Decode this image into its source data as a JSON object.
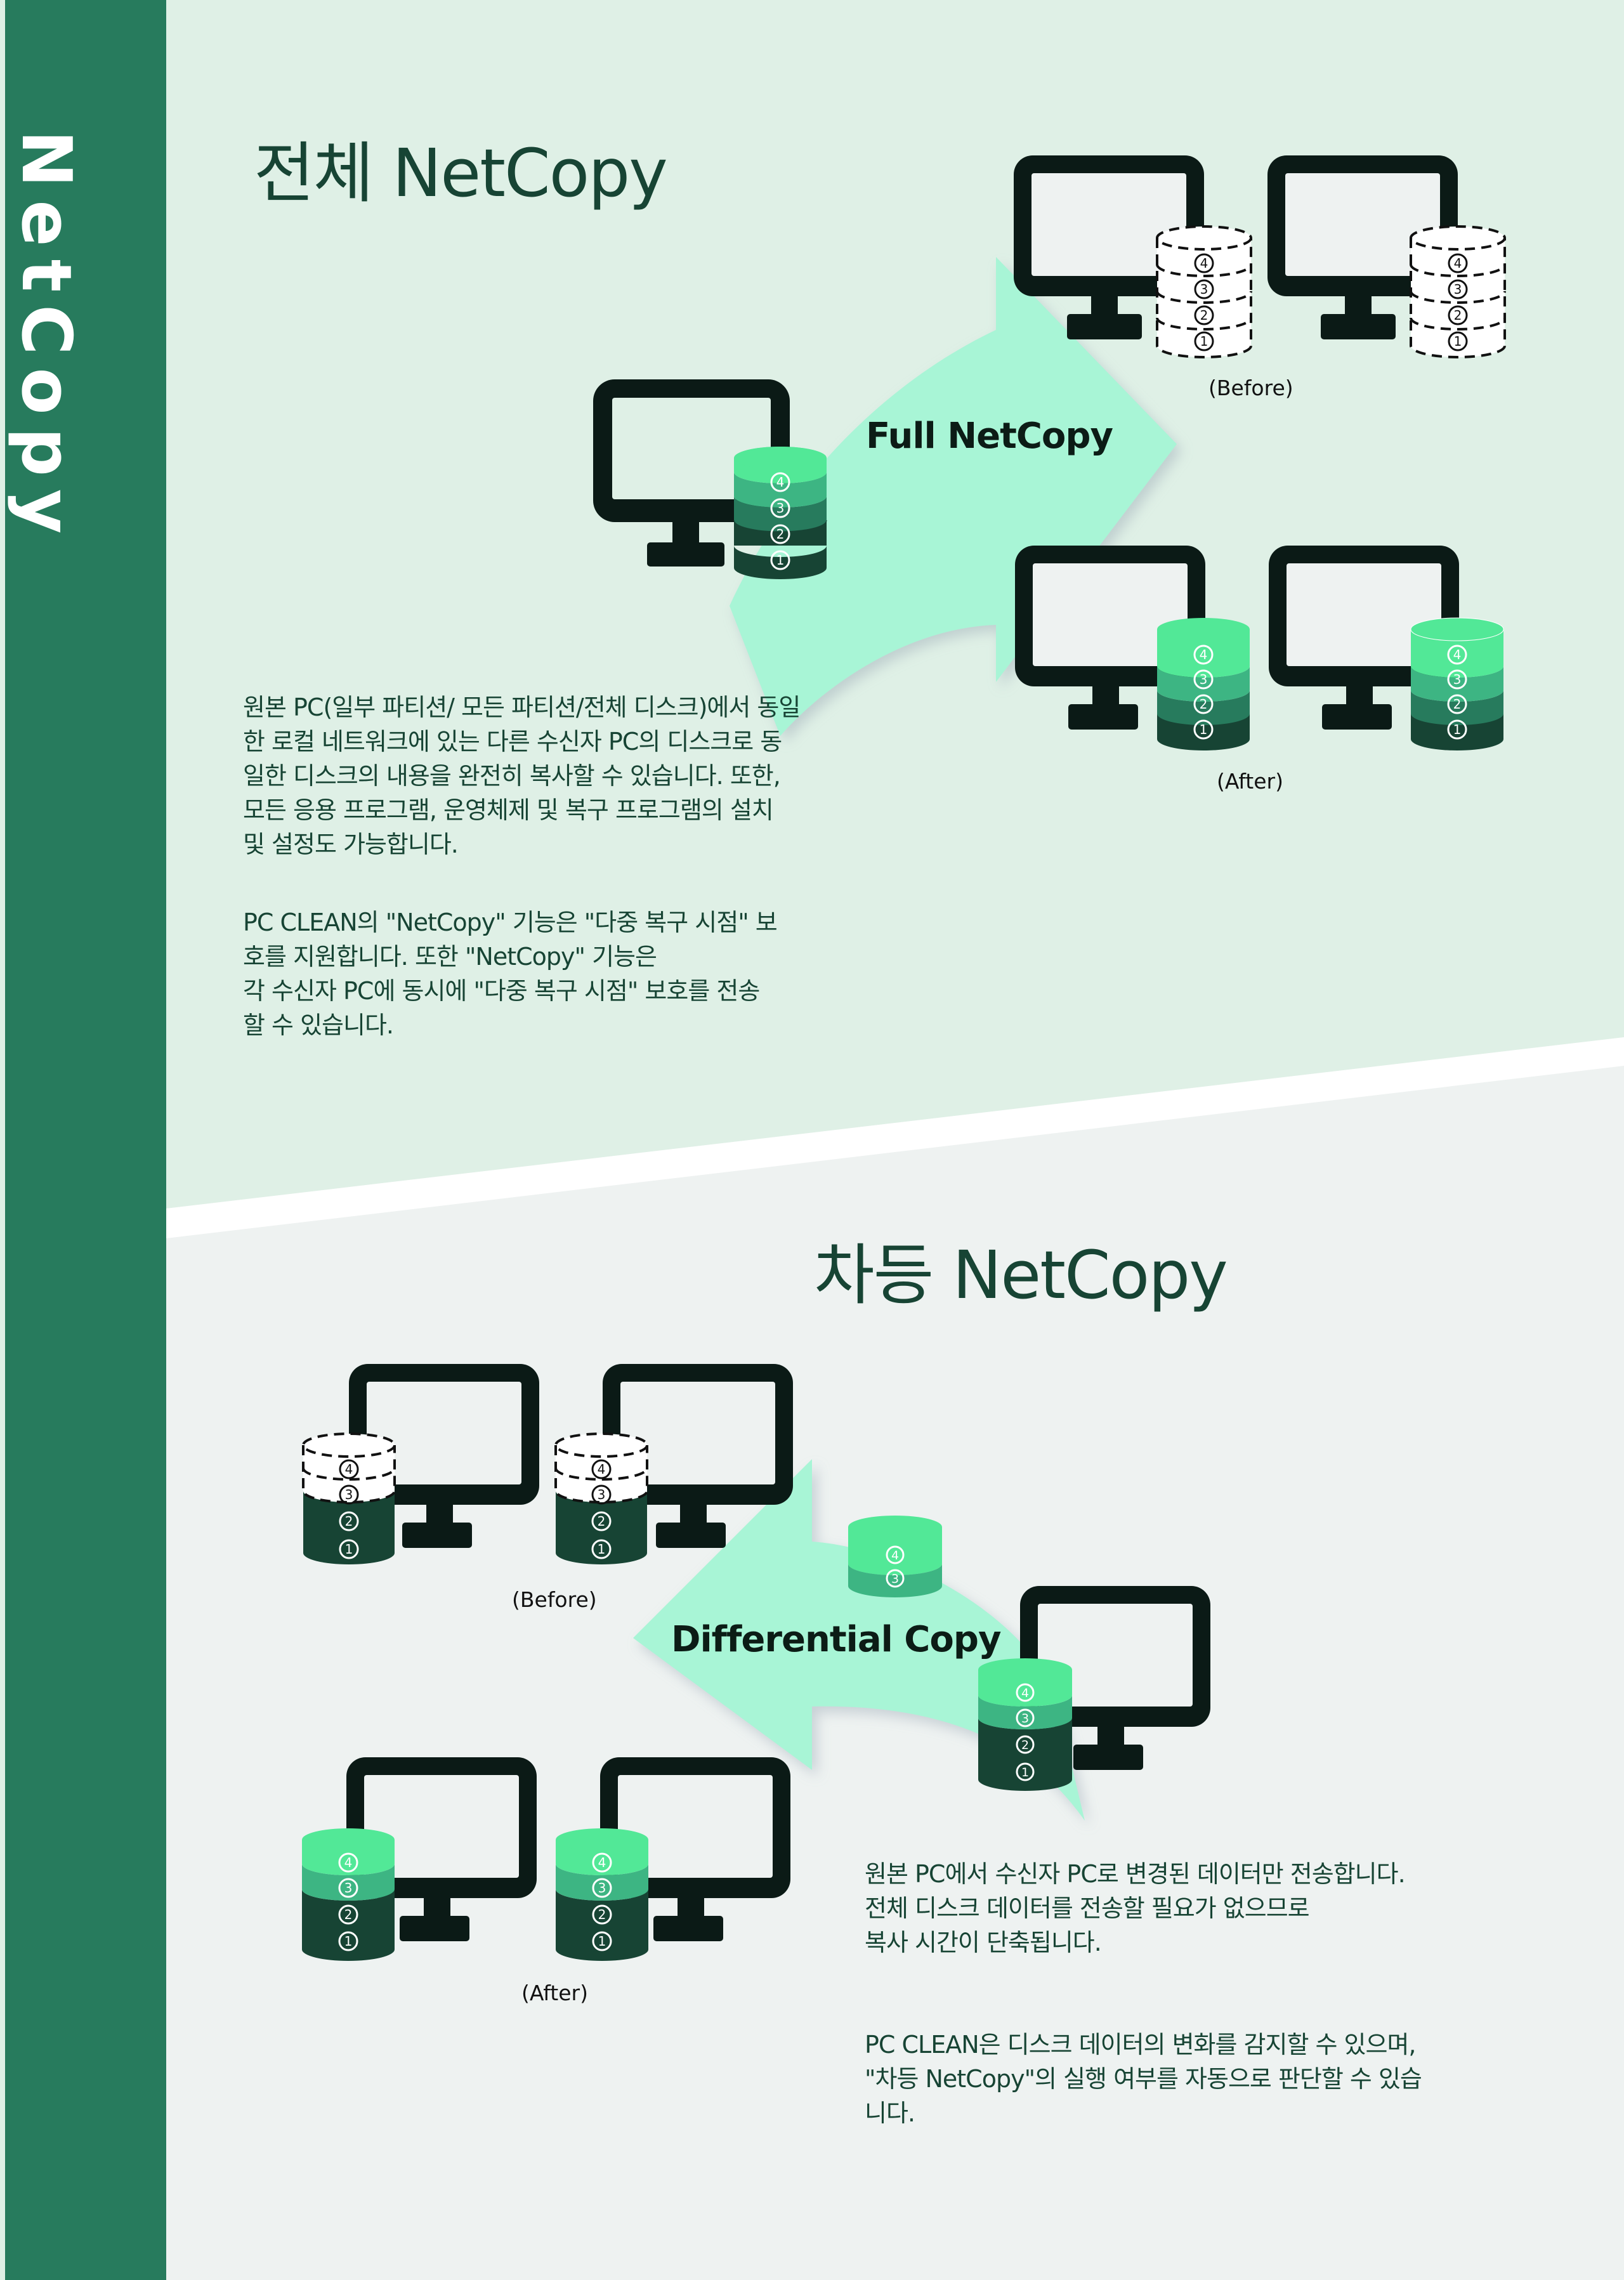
{
  "sidebar": {
    "title": "NetCopy"
  },
  "colors": {
    "sidebar": "#277b5d",
    "top_bg": "#dff0e6",
    "bottom_bg": "#eef2f1",
    "arrow": "#a8f5d6",
    "heading_text": "#174434",
    "monitor": "#0b1a16",
    "layer4": "#52e897",
    "layer3": "#3db583",
    "layer2": "#277b5d",
    "layer1": "#174434"
  },
  "full_section": {
    "title": "전체 NetCopy",
    "arrow_label": "Full NetCopy",
    "before_caption": "(Before)",
    "after_caption": "(After)",
    "disk_layers": [
      "④",
      "③",
      "②",
      "①"
    ],
    "paragraph1": "원본 PC(일부 파티션/ 모든 파티션/전체 디스크)에서 동일\n한 로컬 네트워크에 있는 다른 수신자 PC의 디스크로 동\n일한 디스크의 내용을 완전히 복사할 수 있습니다. 또한,\n모든 응용 프로그램, 운영체제 및 복구 프로그램의 설치\n및 설정도 가능합니다.",
    "paragraph2": "PC CLEAN의 \"NetCopy\" 기능은 \"다중 복구 시점\" 보\n호를 지원합니다. 또한 \"NetCopy\" 기능은\n각 수신자 PC에 동시에 \"다중 복구 시점\" 보호를 전송\n할 수 있습니다."
  },
  "diff_section": {
    "title": "차등 NetCopy",
    "arrow_label": "Differential Copy",
    "before_caption": "(Before)",
    "after_caption": "(After)",
    "disk_layers": [
      "④",
      "③",
      "②",
      "①"
    ],
    "changed_layers": [
      "④",
      "③"
    ],
    "paragraph1": "원본 PC에서 수신자 PC로 변경된 데이터만 전송합니다.\n전체 디스크 데이터를 전송할 필요가 없으므로\n복사 시간이 단축됩니다.",
    "paragraph2": "PC CLEAN은 디스크 데이터의 변화를 감지할 수 있으며,\n\"차등 NetCopy\"의 실행 여부를 자동으로 판단할 수 있습\n니다."
  }
}
